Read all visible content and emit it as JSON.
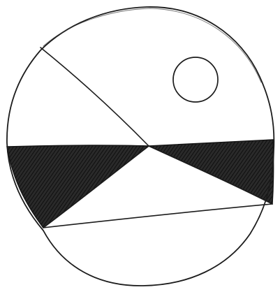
{
  "drawing": {
    "medium": "pencil",
    "colors": {
      "background": "#ffffff",
      "stroke": "#1c1c1c",
      "shading": "#222222"
    },
    "elements": [
      "outer-circle-outline",
      "small-circle",
      "diagonal-line",
      "left-shaded-triangle",
      "right-shaded-triangle",
      "white-center-triangle"
    ]
  }
}
